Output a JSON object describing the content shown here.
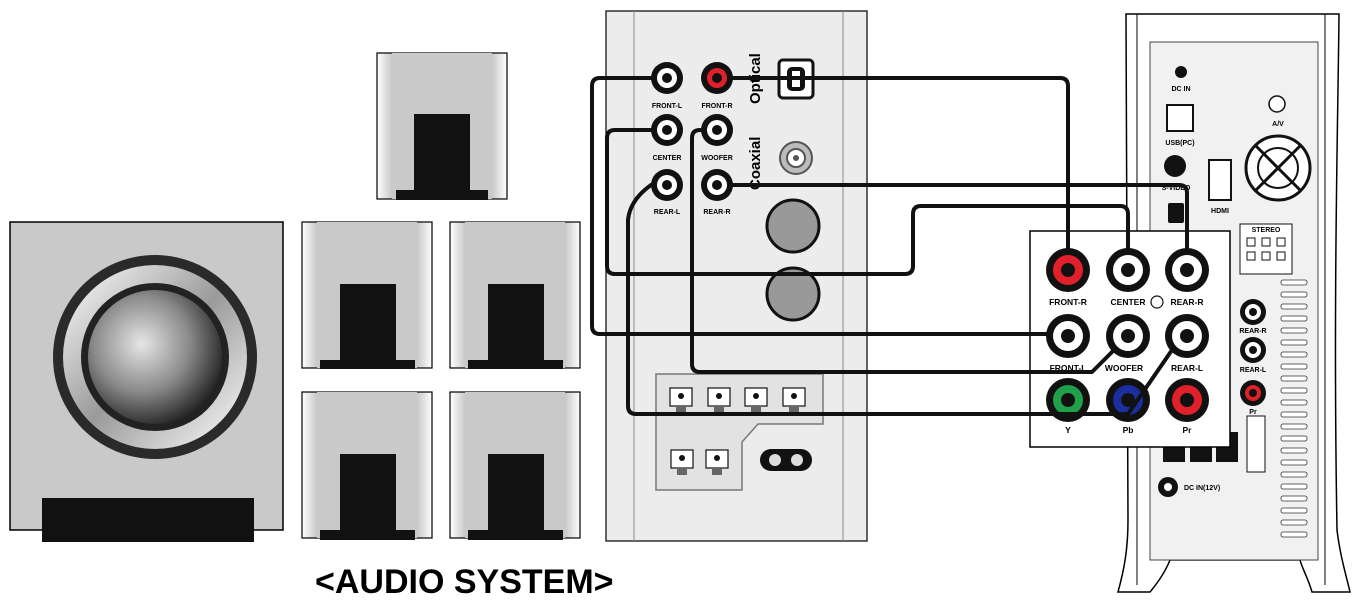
{
  "caption": "<AUDIO SYSTEM>",
  "amp_panel": {
    "jacks": [
      "FRONT-L",
      "FRONT-R",
      "CENTER",
      "WOOFER",
      "REAR-L",
      "REAR-R"
    ],
    "digital_inputs": [
      "Optical",
      "Coaxial"
    ]
  },
  "player_panel": {
    "labels": [
      "DC IN",
      "USB(PC)",
      "HDMI",
      "A/V",
      "STEREO",
      "S-VIDEO",
      "DC IN(12V)"
    ],
    "side_jacks": [
      "REAR-R",
      "REAR-L",
      "Pr"
    ],
    "breakout_jacks": [
      "FRONT-R",
      "CENTER",
      "REAR-R",
      "FRONT-L",
      "WOOFER",
      "REAR-L",
      "Y",
      "Pb",
      "Pr"
    ]
  },
  "colors": {
    "red": "#e0202a",
    "green": "#1fa04a",
    "blue": "#1c2fa0",
    "white": "#ffffff",
    "cable": "#111111",
    "panel": "#eeeeee"
  }
}
